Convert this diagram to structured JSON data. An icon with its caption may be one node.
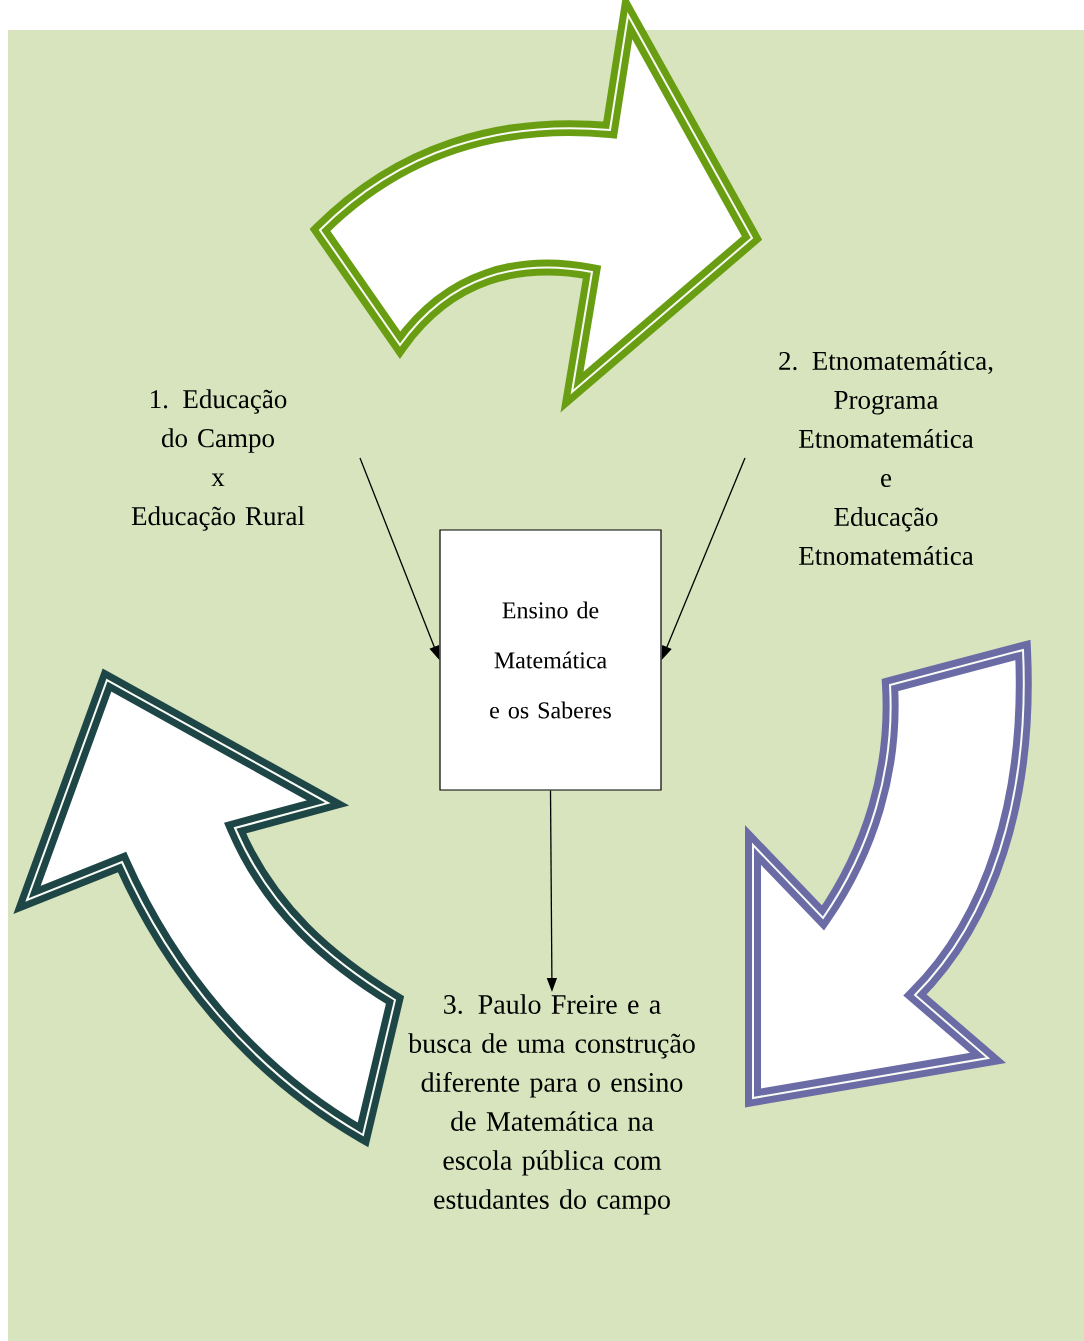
{
  "diagram": {
    "nodes": [
      {
        "text": [
          "1. Educação do Campo",
          "x",
          "Educação Rural"
        ]
      },
      {
        "text": [
          "2. Etnomatemática, Programa Etnomatemática",
          "e",
          "Educação Etnomatemática"
        ]
      },
      {
        "text": [
          "Ensino de Matemática e os Saberes"
        ]
      },
      {
        "text": [
          "3. Paulo Freire e a busca de uma construção diferente para o ensino de Matemática na escola pública com estudantes do campo"
        ]
      }
    ],
    "edges": [
      {
        "from": 0,
        "to": 2,
        "arrow": "to"
      },
      {
        "from": 1,
        "to": 2,
        "arrow": "to"
      },
      {
        "from": 2,
        "to": 3,
        "arrow": "to"
      },
      {
        "from": 0,
        "to": 1,
        "arrow": "to",
        "style": "thick",
        "color": "#6a9e12"
      },
      {
        "from": 1,
        "to": 3,
        "arrow": "to",
        "style": "thick",
        "color": "#6b6ba6"
      },
      {
        "from": 3,
        "to": 0,
        "arrow": "to",
        "style": "thick",
        "color": "#1e4646"
      }
    ]
  }
}
